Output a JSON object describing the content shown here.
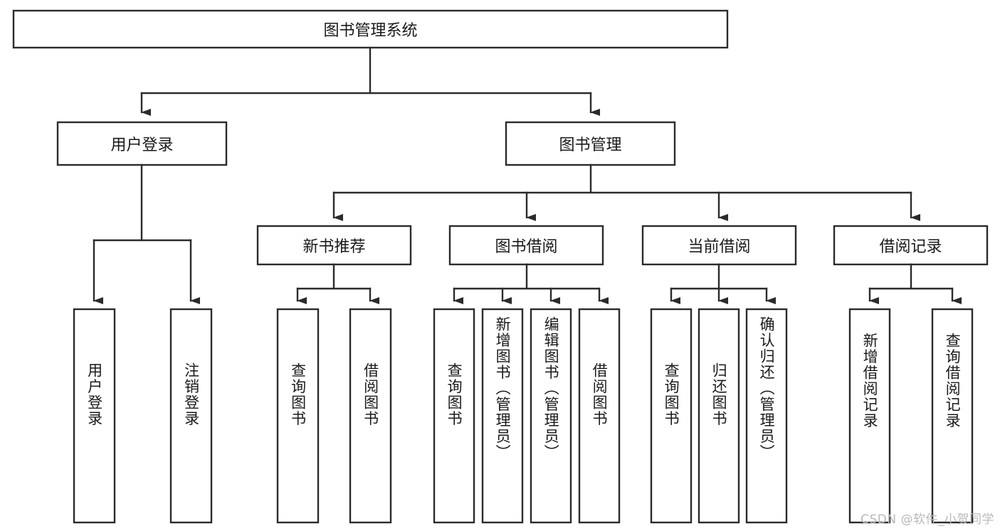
{
  "diagram": {
    "type": "hierarchy-tree",
    "title": "图书管理系统",
    "root": {
      "label": "图书管理系统"
    },
    "level2": [
      {
        "label": "用户登录"
      },
      {
        "label": "图书管理"
      }
    ],
    "level3": [
      {
        "label": "新书推荐"
      },
      {
        "label": "图书借阅"
      },
      {
        "label": "当前借阅"
      },
      {
        "label": "借阅记录"
      }
    ],
    "leaves": {
      "user_login": [
        {
          "label": "用户登录"
        },
        {
          "label": "注销登录"
        }
      ],
      "new_book_recommend": [
        {
          "label": "查询图书"
        },
        {
          "label": "借阅图书"
        }
      ],
      "book_borrow": [
        {
          "label": "查询图书"
        },
        {
          "label": "新增图书（管理员）"
        },
        {
          "label": "编辑图书（管理员）"
        },
        {
          "label": "借阅图书"
        }
      ],
      "current_borrow": [
        {
          "label": "查询图书"
        },
        {
          "label": "归还图书"
        },
        {
          "label": "确认归还（管理员）"
        }
      ],
      "borrow_record": [
        {
          "label": "新增借阅记录"
        },
        {
          "label": "查询借阅记录"
        }
      ]
    }
  },
  "watermark": {
    "text": "CSDN @软件_小贺同学"
  },
  "colors": {
    "stroke": "#2b2b2b",
    "box_fill": "#ffffff",
    "text": "#1a1a1a",
    "background": "#ffffff",
    "watermark": "#b9b9b9"
  }
}
